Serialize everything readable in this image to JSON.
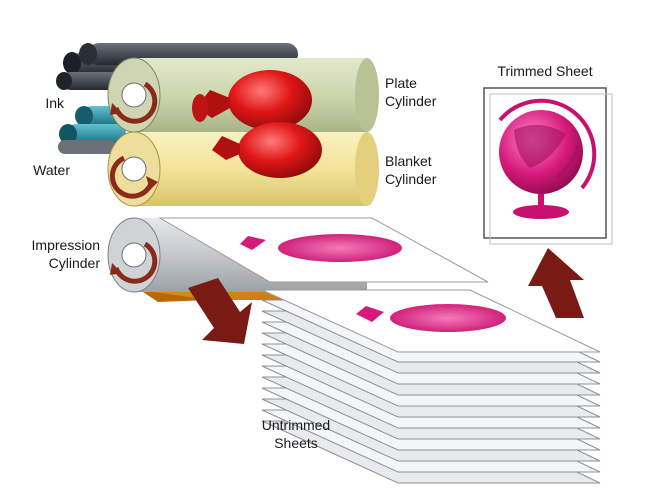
{
  "labels": {
    "ink": "Ink",
    "water": "Water",
    "impression_line1": "Impression",
    "impression_line2": "Cylinder",
    "plate_line1": "Plate",
    "plate_line2": "Cylinder",
    "blanket_line1": "Blanket",
    "blanket_line2": "Cylinder",
    "trimmed": "Trimmed Sheet",
    "untrimmed_line1": "Untrimmed",
    "untrimmed_line2": "Sheets"
  },
  "colors": {
    "plate": "#cfd8b0",
    "blanket": "#f2e49c",
    "impression": "#c6cace",
    "ink_rollers": "#3a3f48",
    "water_rollers": "#2a8fa3",
    "orange_sheet": "#d98a1a",
    "arrow": "#7a1a14",
    "magenta": "#d6197a",
    "balloon_red": "#e01616"
  }
}
